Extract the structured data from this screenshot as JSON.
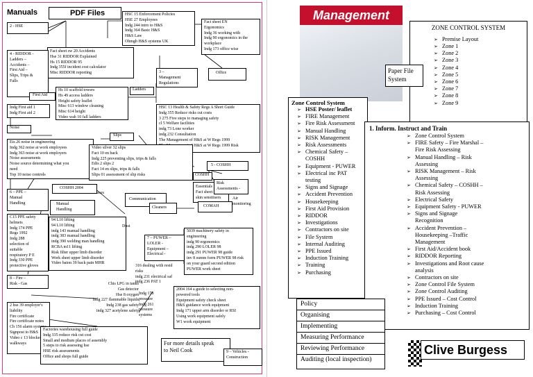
{
  "left": {
    "manuals": "Manuals",
    "pdf_files": "PDF Files",
    "hse_enforcement": "HSC 15 Enforcement Policies\nHSE 27 Employees\nIndg 244 intro to H&S\nIndg 364 Basic H&S\nH&S Law\nOhmgb H&S systems UK",
    "ergonomics": "Fact sheet EN\nErgonomics\nIndg 36 working with\nIndg 90 ergonomics in the\nworkplace\nIndg 173 office wise",
    "hse2": "2 - HSE",
    "riddor_facts": "Fact sheet sw 20 Accidents\nHse 31 RIDDOR Explained\nHs 15 RIDDOR 95\nIndg 355f incident cost calculator\nMisc RIDDOR reporting",
    "riddor4": "4 - RIDDOR -\nLadders –\nAccidents –\nFirst Aid –\nSlips, Trips &\nFalls",
    "mgmt_regs": "3 –\nManagement\nRegulations",
    "office": "Office",
    "ladders_facts": "Hs 10 scaffold towers\nHs 49 access ladders\nHeight safety leaflet\nMisc 613 window cleaning\nMisc 614 height\nVideo wah 10 fall ladders",
    "ladders": "Ladders",
    "first_aid": "First Aid",
    "indg_first": "Indg First aid 1\nIndg First aid 2",
    "hsc13": "HSC 13 Health & Safety Regs A Short Guide\nIndg 355 Reduce risks cut costs\n3 275 Five steps to managing safety\ncl 5 Welfare facilities\nindg 73 Lone worker\nindg 232 Consultation\nThe Management of H&S at W Regs 1999\nThe Management of H&S at W Regs 1999 Risk",
    "noise": "Noise",
    "slips": "Slips",
    "noise_facts": "Eis 26 noise in engineering\nIndg 362 noise at work employees\nIndg 363 noise at work employers\nNoise assessments\nNoise source determining what you\nneed\nTop 10 noise controls",
    "slips_facts": "Video silver 32 slips\nFact 10 en back\nIndg 225 preventing slips, trips & falls\nEdis 2 slips 2\nFact 14 en slips, trips & falls\nSlips 01 assessment of slip risks",
    "coshh5": "5 - COSHH",
    "coshh": "COSHH",
    "coshh2004": "COSHH 2004",
    "communication": "Communication",
    "essentials": "Essentials\nFact sheet emei\nskin sensitisers",
    "risk_assess": "Risk\nAssessments -",
    "air": "Air\nmonitoring",
    "cleaners": "Cleaners",
    "comah": "COMAH",
    "ases": "ases",
    "ppe6": "6 – PPE –\nManual\nHandling",
    "manual_handling": "Manual\nHandling",
    "c15": "C15 PPE safety\nhelmets\nIndg 174 PPE\nRegs 1992\nIndg 288\nselection of\nsuitable\nrespiratory P E\nIndg 330 PPE\nprotective gloves",
    "mh_facts": "94 L10 lifting\n94 L10 lifting\nindg 143 manual handling\nindg 383 manual handling\nindg 390 welding man handling\nRCBA m11 lifting\nRisk filter upper limb disorder\nWork sheet upper limb disorder\nVideo baton 39 back pain MHR",
    "dust": "Dust",
    "puwer7": "7 – PUWER –\nLOLER -\nEquipment –\nElectrical -",
    "puwer_facts": "5039 machinery safety in\nengineering\nindg 90 ergonomics\nindg 290 LOLER 98\nindg 291 PUWER 98 guide\ninv 8 summ form PUWER 98 risk\non your guard second edition\nPUWER work sheet",
    "risk8": "8 – Fire –\nRisk - Gas",
    "gas_facts": "Chis LPG in tanks\nGas detector\nHse 8 oxygen\nIndg 227 flammable liquids\nIndg 238 gas safety\nindg 327 acetylene safety",
    "electrical_facts": "316 dealing with resid\nrisks\nindg 231 electrical saf\nindg 236 PAT 1",
    "indg178": "Indg 178\npressure\nIndg 261\npressure\nsystems",
    "indg164": "2004 164 a guide to selecting non-\npowered tools\nEquipment safety check sheet\nH&S guidance work equipment\nIndg 171 upper arm disorder or RSI\nUsing work equipment safely\nW1 work equipment",
    "fire_facts": "2 hse 39 employer's\nliability\nFire certificate\nFire certificate notes\nCh 156 alarm systems\nSignpost to H&S\nVideo c 13 blocked\nwalkways",
    "factories": "Factories warehousing full guide\nIndg 335 reduce risk cut cost\nSmall and medium places of assembly\n5 steps to risk assessing hse\nHSE risk assessments\nOffice and shops full guide",
    "more_details": "For more details speak\nto Neil Cook",
    "vehicles": "9 – Vehicles -\nConstruction"
  },
  "right": {
    "management": "Management",
    "zone_control_title": "ZONE CONTROL SYSTEM",
    "zone_items": [
      "Premise Layout",
      "Zone 1",
      "Zone 2",
      "Zone 3",
      "Zone 4",
      "Zone 5",
      "Zone 6",
      "Zone 7",
      "Zone 8",
      "Zone 9"
    ],
    "paper_file": "Paper File\nSystem",
    "zcs_heading": "Zone Control System",
    "zcs_items": [
      "HSE Poster/ leaflet",
      "FIRE Management",
      "Fire Risk Assessment",
      "Manual Handling",
      "RISK Management",
      "Risk Assessments",
      "Chemical Safety –\nCOSHH",
      "Equipment - PUWER",
      "Electrical inc PAT\ntesting",
      "Signs and Signage",
      "Accident Prevention",
      "Housekeeping",
      "First Aid Provision",
      "RIDDOR",
      "Investigations",
      "Contractors on site",
      "File System",
      "Internal Auditing",
      "PPE Issued",
      "Induction Training",
      "Training",
      "Purchasing"
    ],
    "inform_heading": "1.  Inform. Instruct and Train",
    "inform_items": [
      "Zone Control System",
      "FIRE Safety – Fire Marshal –\nFire Risk Assessing",
      "Manual Handling – Risk\nAssessing",
      "RISK Management – Risk\nAssessing",
      "Chemical Safety – COSHH –\nRisk Assessing",
      "Electrical Safety",
      "Equipment Safety - PUWER",
      "Signs and Signage\nRecognition",
      "Accident Prevention –\nHousekeeping –Traffic\nManagement",
      "First Aid/Accident book",
      "RIDDOR Reporting",
      "Investigations and Root cause\nanalysis",
      "Contractors on site",
      "Zone Control File System",
      "Zone Control Auditing",
      "PPE Issued – Cost Control",
      "Induction Training",
      "Purchasing – Cost Control"
    ],
    "policy_rows": [
      "Policy",
      "Organising",
      "Implementing",
      "Measuring Performance",
      "Reviewing Performance",
      "Auditing (local inspection)"
    ],
    "clive": "Clive Burgess"
  }
}
